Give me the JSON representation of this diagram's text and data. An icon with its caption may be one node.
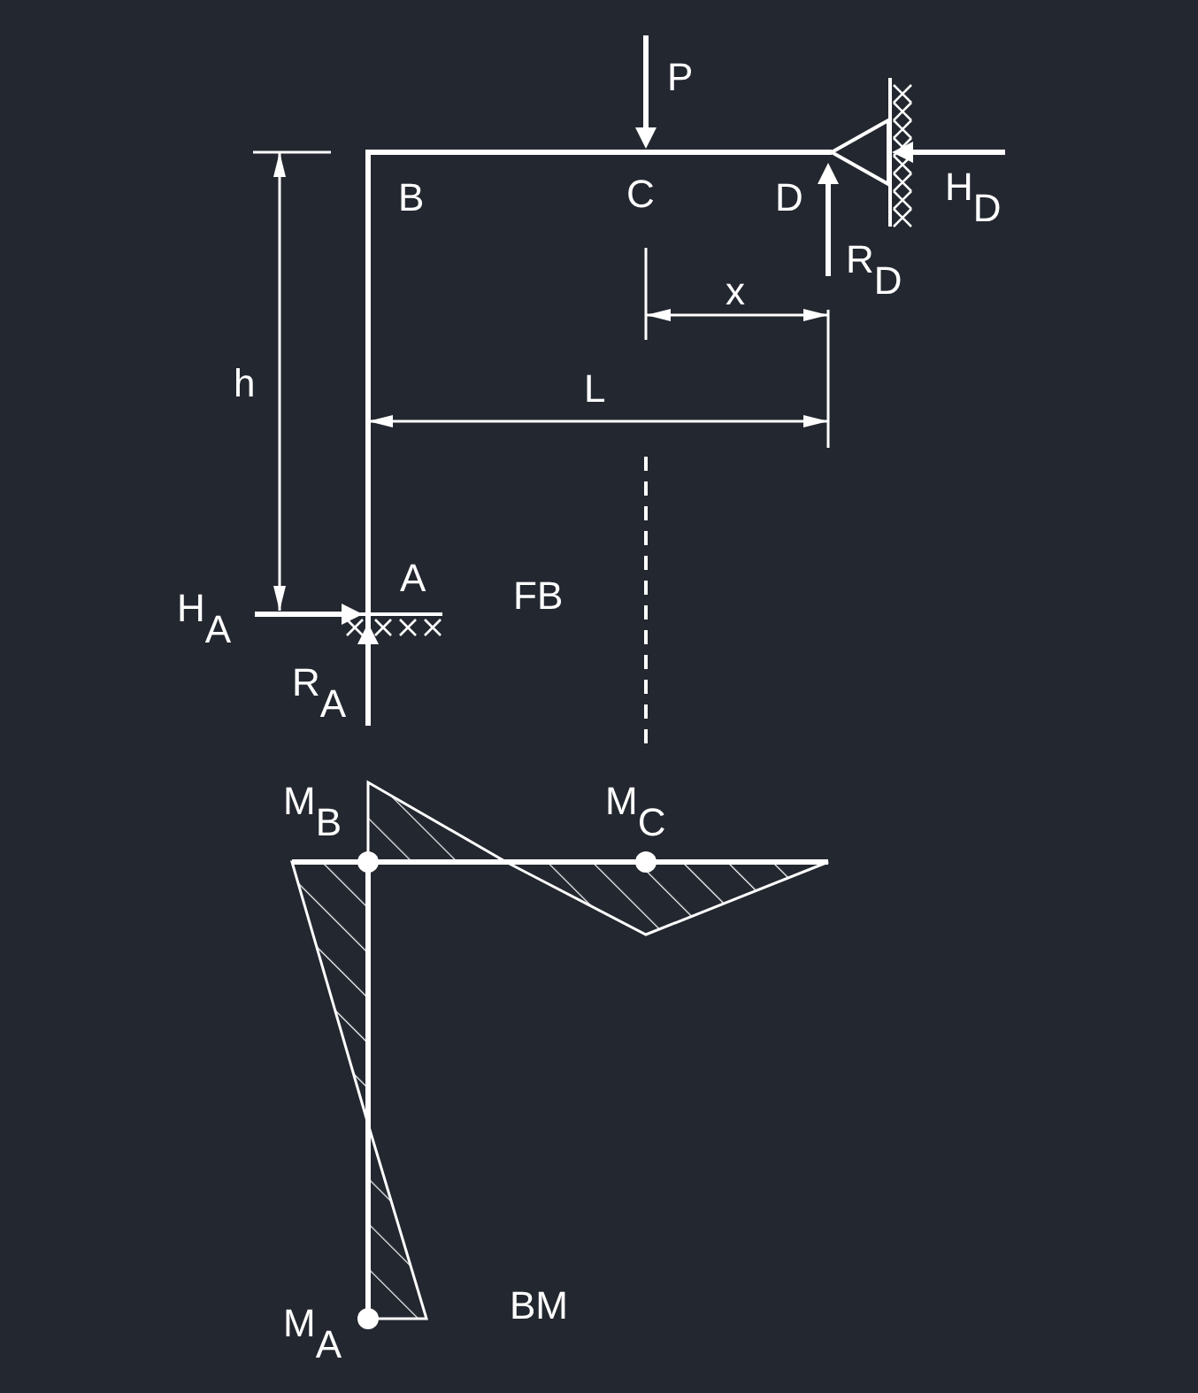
{
  "diagram": {
    "labels": [
      "P",
      "B",
      "C",
      "D",
      "H$_{D}$",
      "R$_{D}$",
      "x",
      "h",
      "L",
      "A",
      "H$_{A}$",
      "FB",
      "R$_{A}$",
      "M$_{B}$",
      "M$_{C}$",
      "BM",
      "M$_{A}$"
    ]
  }
}
